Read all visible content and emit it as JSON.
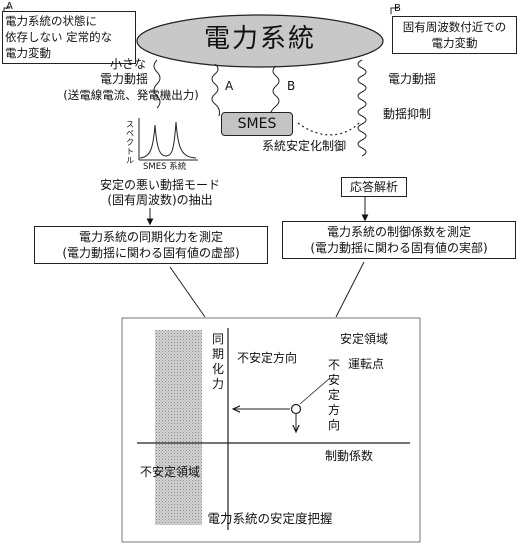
{
  "callout_a": {
    "letter": "A",
    "lines": [
      "電力系統の状態に",
      "依存しない 定常的な",
      "電力変動"
    ]
  },
  "callout_b": {
    "letter": "B",
    "lines": [
      "固有周波数付近での",
      "電力変動"
    ]
  },
  "power_system": "電力系統",
  "smes": "SMES",
  "small_fluct": [
    "小さな",
    "電力動揺",
    "(送電線電流、発電機出力)"
  ],
  "path_a": "A",
  "path_b": "B",
  "right_fluct": "電力動揺",
  "suppression": "動揺抑制",
  "stab_control": "系統安定化制御",
  "spectrum": {
    "ylabel": "スペクトル",
    "xlabel": "SMES 系統"
  },
  "extract": [
    "安定の悪い動揺モード",
    "(固有周波数)の抽出"
  ],
  "response": "応答解析",
  "left_result": [
    "電力系統の同期化力を測定",
    "(電力動揺に関わる固有値の虚部)"
  ],
  "right_result": [
    "電力系統の制御係数を測定",
    "(電力動揺に関わる固有値の実部)"
  ],
  "plane": {
    "yaxis": "同期化力",
    "xaxis": "制動係数",
    "stable": "安定領域",
    "unstable_region": "不安定領域",
    "unstable_dir_h": "不安定方向",
    "unstable_dir_v": "不安定方向",
    "operating_point": "運転点",
    "caption": "電力系統の安定度把握"
  }
}
